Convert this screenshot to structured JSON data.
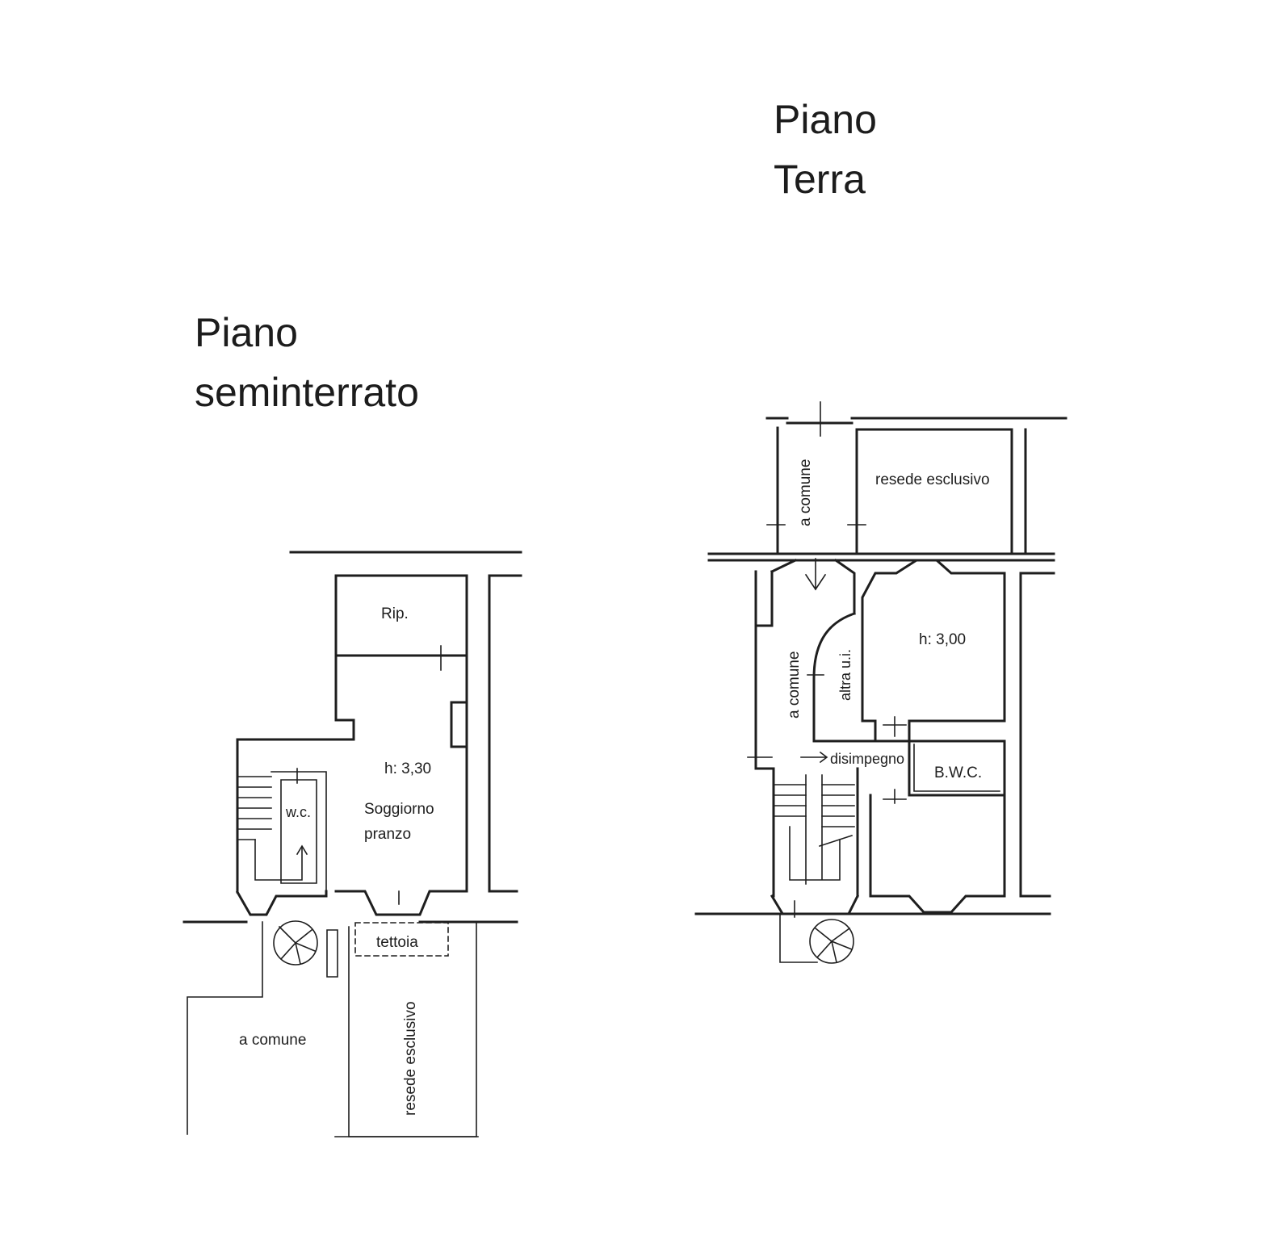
{
  "titles": {
    "ground_floor": {
      "line1": "Piano",
      "line2": "Terra"
    },
    "basement": {
      "line1": "Piano",
      "line2": "seminterrato"
    }
  },
  "basement": {
    "rip": "Rip.",
    "height": "h: 3,30",
    "living_line1": "Soggiorno",
    "living_line2": "pranzo",
    "wc": "w.c.",
    "canopy": "tettoia",
    "common": "a comune",
    "private_yard": "resede esclusivo"
  },
  "ground_floor": {
    "private_yard": "resede esclusivo",
    "common_top": "a comune",
    "common_hall": "a comune",
    "other_unit": "altra u.i.",
    "height": "h: 3,00",
    "hall": "disimpegno",
    "bathroom": "B.W.C."
  }
}
